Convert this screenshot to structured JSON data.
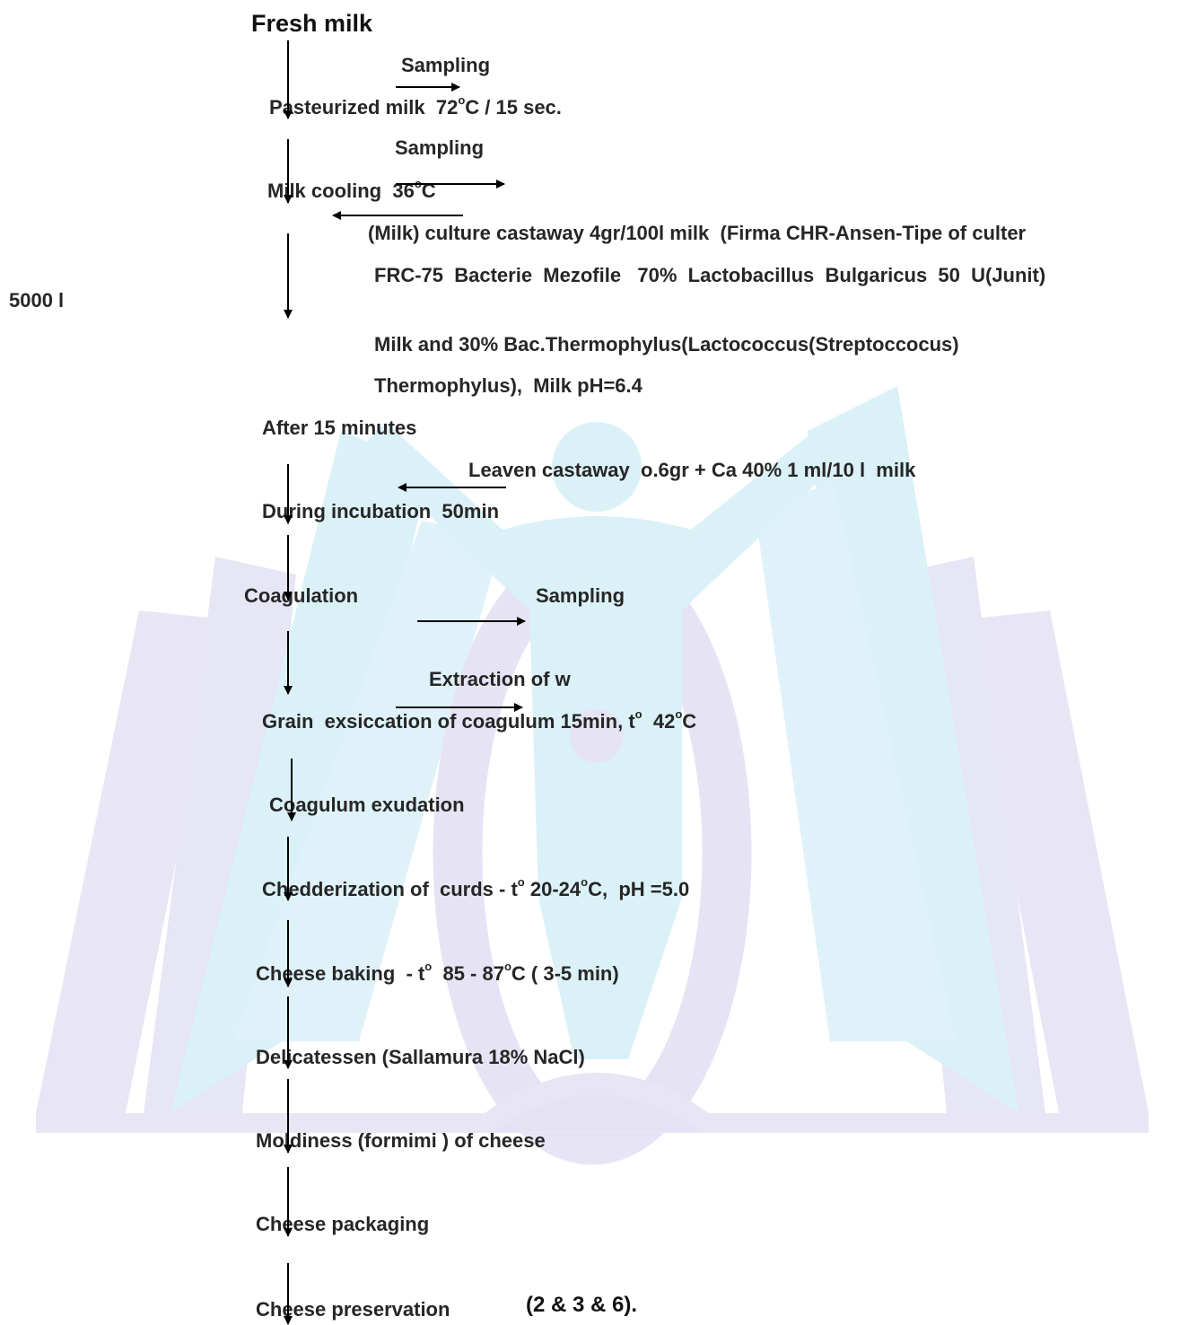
{
  "diagram": {
    "side_label": "5000 l",
    "steps": {
      "fresh_milk": "Fresh milk",
      "sampling_1": "Sampling",
      "pasteurized": "Pasteurized milk  72°C / 15 sec.",
      "sampling_2": "Sampling",
      "milk_cooling": "Milk cooling  36°C",
      "culture_line_1": "(Milk) culture castaway 4gr/100l milk  (Firma CHR-Ansen-Tipe of culter",
      "culture_line_2": "FRC-75  Bacterie  Mezofile   70%  Lactobacillus  Bulgaricus  50  U(Junit)",
      "culture_line_3": "Milk and 30% Bac.Thermophylus(Lactococcus(Streptoccocus)",
      "culture_line_4": "Thermophylus),  Milk pH=6.4",
      "after_15": "After 15 minutes",
      "leaven": "Leaven castaway  o.6gr + Ca 40% 1 ml/10 l  milk",
      "incubation": "During incubation  50min",
      "coagulation": "Coagulation",
      "sampling_3": "Sampling",
      "extraction": "Extraction of w",
      "grain": "Grain  exsiccation of coagulum 15min, t°  42°C",
      "exudation": "Coagulum exudation",
      "chedderization": "Chedderization of  curds - t° 20-24°C,  pH =5.0",
      "baking": "Cheese baking  - t°  85 - 87°C ( 3-5 min)",
      "delicatessen": "Delicatessen (Sallamura 18% NaCl)",
      "moldiness": "Moldiness (formimi ) of cheese",
      "packaging": "Cheese packaging",
      "preservation": "Cheese preservation",
      "reference": "(2 & 3 & 6)."
    }
  },
  "colors": {
    "text": "#262626",
    "arrow": "#000000",
    "watermark_blue": "#bfe6f3",
    "watermark_purple": "#d9d6ef"
  }
}
